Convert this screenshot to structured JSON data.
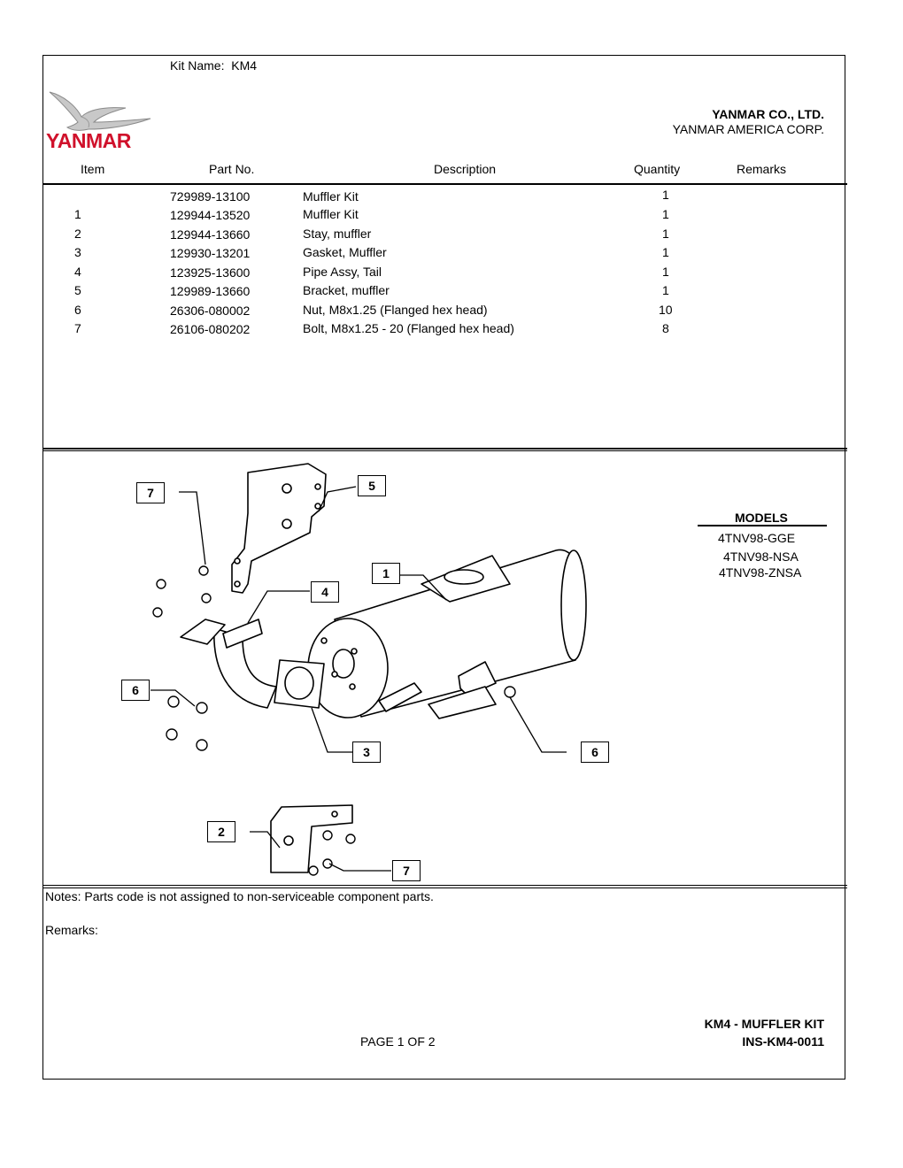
{
  "header": {
    "kit_name_label": "Kit Name:",
    "kit_name": "KM4",
    "company_1": "YANMAR CO., LTD.",
    "company_2": "YANMAR AMERICA CORP.",
    "logo_text": "YANMAR"
  },
  "columns": {
    "item": "Item",
    "part_no": "Part No.",
    "description": "Description",
    "quantity": "Quantity",
    "remarks": "Remarks"
  },
  "parts": [
    {
      "item": "",
      "part_no": "729989-13100",
      "description": "Muffler Kit",
      "quantity": "1"
    },
    {
      "item": "1",
      "part_no": "129944-13520",
      "description": "Muffler Kit",
      "quantity": "1"
    },
    {
      "item": "2",
      "part_no": "129944-13660",
      "description": "Stay, muffler",
      "quantity": "1"
    },
    {
      "item": "3",
      "part_no": "129930-13201",
      "description": "Gasket, Muffler",
      "quantity": "1"
    },
    {
      "item": "4",
      "part_no": "123925-13600",
      "description": "Pipe Assy, Tail",
      "quantity": "1"
    },
    {
      "item": "5",
      "part_no": "129989-13660",
      "description": "Bracket, muffler",
      "quantity": "1"
    },
    {
      "item": "6",
      "part_no": "26306-080002",
      "description": "Nut, M8x1.25 (Flanged hex head)",
      "quantity": "10"
    },
    {
      "item": "7",
      "part_no": "26106-080202",
      "description": "Bolt, M8x1.25 - 20 (Flanged hex head)",
      "quantity": "8"
    }
  ],
  "models": {
    "title": "MODELS",
    "list": [
      "4TNV98-GGE",
      "4TNV98-NSA",
      "4TNV98-ZNSA"
    ]
  },
  "callouts": {
    "c7a": "7",
    "c5": "5",
    "c1": "1",
    "c4": "4",
    "c6a": "6",
    "c3": "3",
    "c6b": "6",
    "c2": "2",
    "c7b": "7"
  },
  "footer": {
    "notes": "Notes: Parts code is not assigned to non-serviceable component parts.",
    "remarks": "Remarks:",
    "kit_title": "KM4 - MUFFLER KIT",
    "page": "PAGE 1 OF 2",
    "doc_no": "INS-KM4-0011"
  },
  "colors": {
    "logo_red": "#d0112b",
    "line": "#000000"
  }
}
